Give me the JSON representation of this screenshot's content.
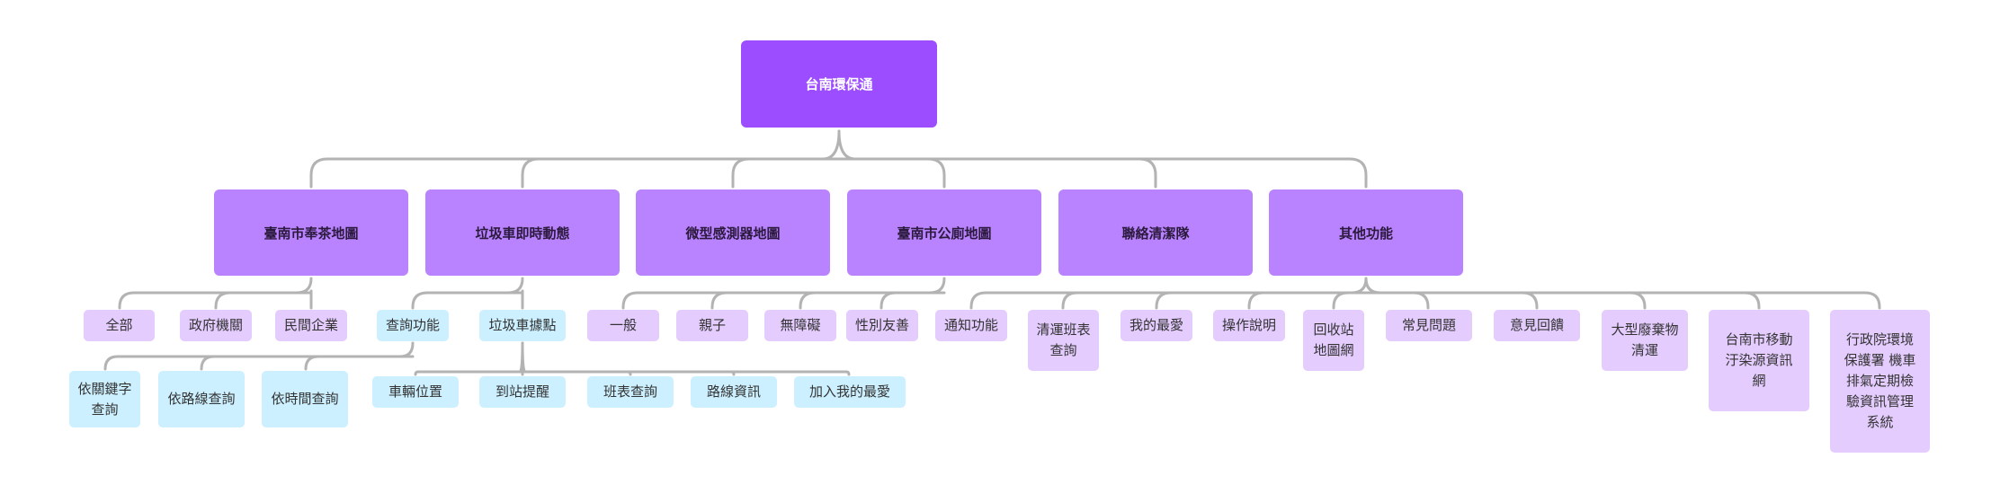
{
  "diagram": {
    "type": "mind-map-tree",
    "colors": {
      "root": "#9B4DFF",
      "level1": "#B983FF",
      "leaf_purple": "#E4CCFF",
      "leaf_cyan": "#CCF0FF",
      "connector": "#B3B3B3"
    },
    "root": {
      "label": "台南環保通"
    },
    "branches": [
      {
        "label": "臺南市奉茶地圖",
        "children": [
          {
            "label": "全部"
          },
          {
            "label": "政府機關"
          },
          {
            "label": "民間企業"
          }
        ]
      },
      {
        "label": "垃圾車即時動態",
        "children": [
          {
            "label": "查詢功能",
            "children": [
              {
                "label": "依關鍵字查詢"
              },
              {
                "label": "依路線查詢"
              },
              {
                "label": "依時間查詢"
              }
            ]
          },
          {
            "label": "垃圾車據點",
            "children": [
              {
                "label": "車輛位置"
              },
              {
                "label": "到站提醒"
              },
              {
                "label": "班表查詢"
              },
              {
                "label": "路線資訊"
              },
              {
                "label": "加入我的最愛"
              }
            ]
          }
        ]
      },
      {
        "label": "微型感測器地圖",
        "children": []
      },
      {
        "label": "臺南市公廁地圖",
        "children": [
          {
            "label": "一般"
          },
          {
            "label": "親子"
          },
          {
            "label": "無障礙"
          },
          {
            "label": "性別友善"
          }
        ]
      },
      {
        "label": "聯絡清潔隊",
        "children": []
      },
      {
        "label": "其他功能",
        "children": [
          {
            "label": "通知功能"
          },
          {
            "label": "清運班表查詢"
          },
          {
            "label": "我的最愛"
          },
          {
            "label": "操作說明"
          },
          {
            "label": "回收站地圖網"
          },
          {
            "label": "常見問題"
          },
          {
            "label": "意見回饋"
          },
          {
            "label": "大型廢棄物清運"
          },
          {
            "label": "台南市移動汙染源資訊網"
          },
          {
            "label": "行政院環境保護署 機車排氣定期檢驗資訊管理系統"
          }
        ]
      }
    ]
  }
}
